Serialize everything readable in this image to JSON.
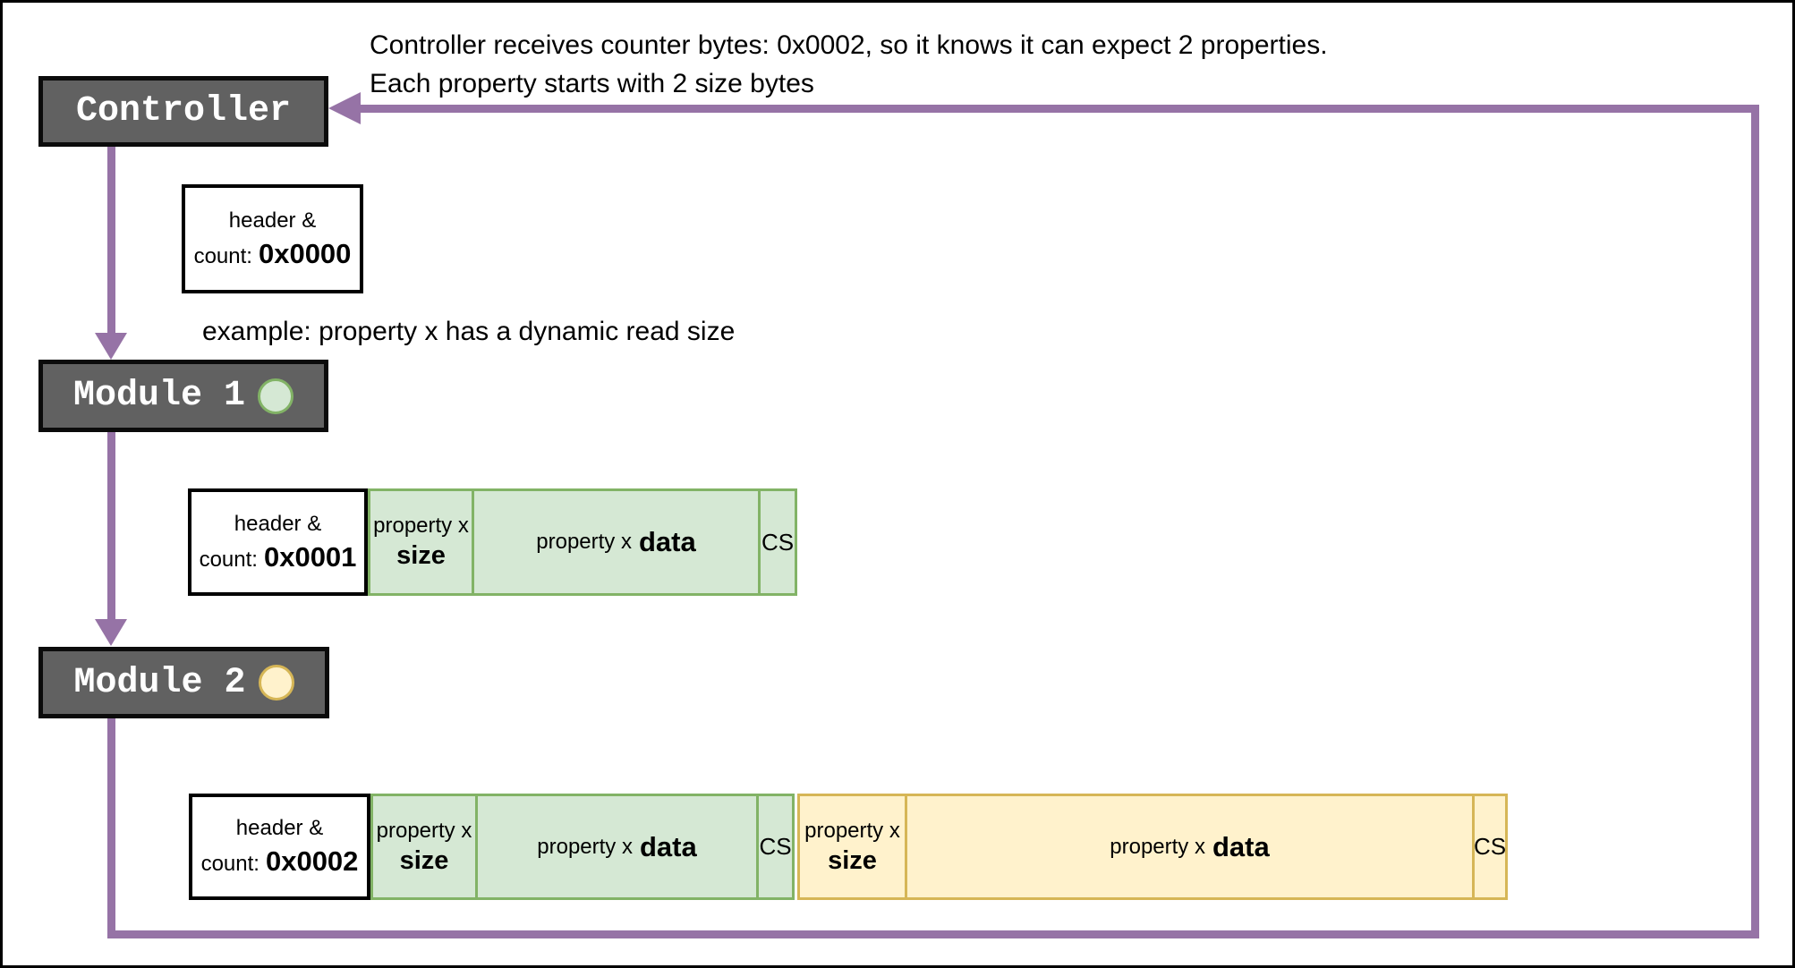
{
  "annotation": {
    "line1": "Controller receives counter bytes: 0x0002, so it knows it can expect 2 properties.",
    "line2": "Each property starts with 2 size bytes"
  },
  "example_note": "example: property x has a dynamic read size",
  "nodes": {
    "controller": {
      "label": "Controller"
    },
    "module1": {
      "label": "Module 1",
      "indicator": "green-status-circle"
    },
    "module2": {
      "label": "Module 2",
      "indicator": "yellow-status-circle"
    }
  },
  "packets": {
    "controller": {
      "header": "header &",
      "count_label": "count:",
      "count_value": "0x0000"
    },
    "module1": {
      "header": "header &",
      "count_label": "count:",
      "count_value": "0x0001",
      "segments": [
        {
          "prefix": "property x",
          "bold": "size"
        },
        {
          "prefix": "property x",
          "bold": "data"
        },
        {
          "label": "CS"
        }
      ]
    },
    "module2": {
      "header": "header &",
      "count_label": "count:",
      "count_value": "0x0002",
      "segments_green": [
        {
          "prefix": "property x",
          "bold": "size"
        },
        {
          "prefix": "property x",
          "bold": "data"
        },
        {
          "label": "CS"
        }
      ],
      "segments_yellow": [
        {
          "prefix": "property x",
          "bold": "size"
        },
        {
          "prefix": "property x",
          "bold": "data"
        },
        {
          "label": "CS"
        }
      ]
    }
  },
  "colors": {
    "arrow_purple": "#9673a6",
    "node_fill": "#616161",
    "node_text": "#ffffff",
    "green_fill": "#d5e8d4",
    "green_border": "#82b366",
    "yellow_fill": "#fff2cc",
    "yellow_border": "#d6b656"
  }
}
